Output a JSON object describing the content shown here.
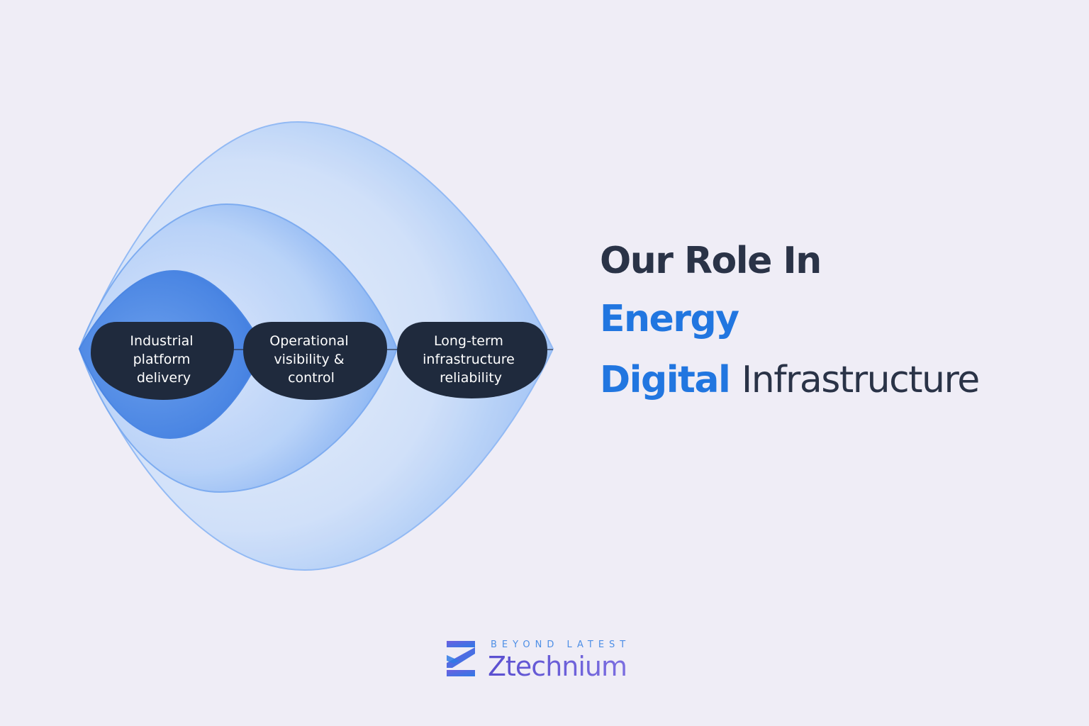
{
  "diagram": {
    "layers": [
      {
        "label": "Industrial platform delivery",
        "lines": [
          "Industrial",
          "platform",
          "delivery"
        ]
      },
      {
        "label": "Operational visibility & control",
        "lines": [
          "Operational",
          "visibility &",
          "control"
        ]
      },
      {
        "label": "Long-term infrastructure reliability",
        "lines": [
          "Long-term",
          "infrastructure",
          "reliability"
        ]
      }
    ],
    "colors": {
      "outer": "#9ec3f7",
      "middle": "#6ea3ee",
      "inner": "#3f7fe0",
      "pill": "#1f2a3d"
    }
  },
  "headline": {
    "line1": "Our Role In",
    "line2": "Energy",
    "line3_accent": "Digital",
    "line3_rest": "Infrastructure",
    "colors": {
      "dark": "#2a3347",
      "accent": "#2176e0"
    }
  },
  "brand": {
    "tagline": "BEYOND LATEST",
    "name": "Ztechnium",
    "logo_icon": "z-arrow-logo-icon",
    "colors": {
      "tagline": "#4e8fe6",
      "name": "#6a5fd6"
    }
  }
}
